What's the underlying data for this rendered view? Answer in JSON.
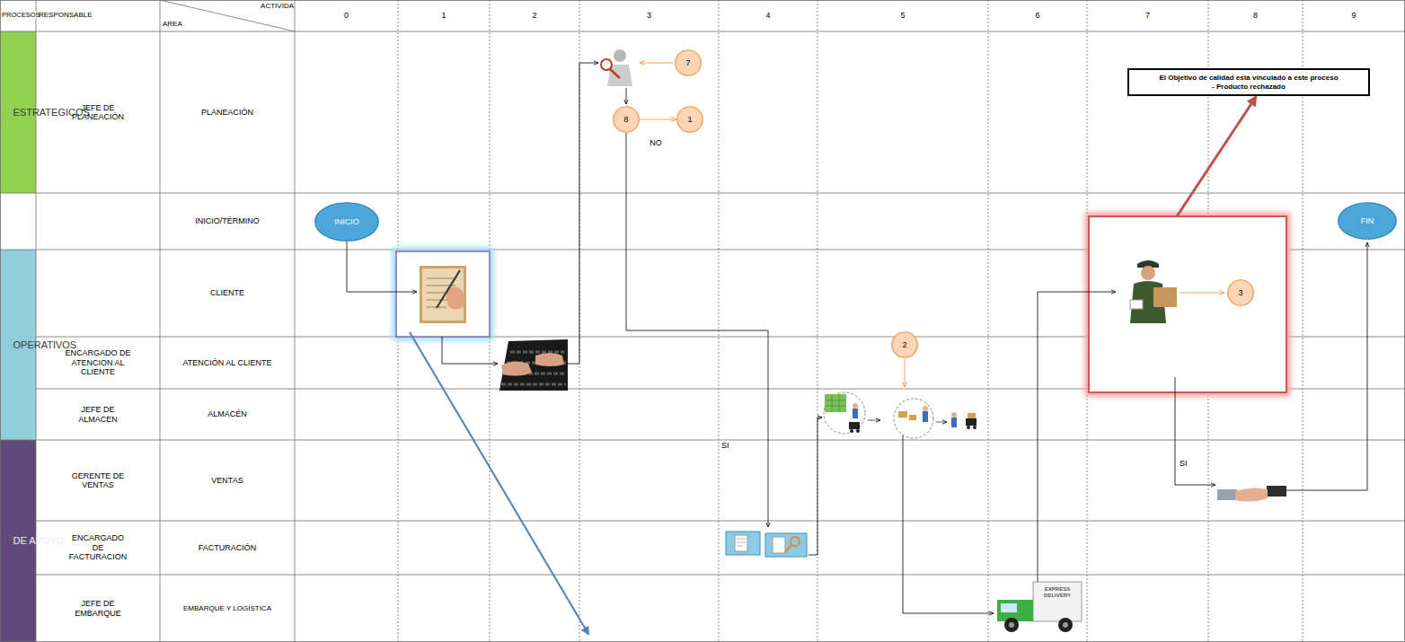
{
  "diagram": {
    "nodes": [
      {
        "text": [
          "7"
        ]
      },
      {
        "text": [
          "El Objetivo de calidad está vinculado a este proceso",
          "- Producto rechazado"
        ]
      },
      {
        "text": [
          "8"
        ]
      },
      {
        "text": [
          "1"
        ]
      },
      {
        "text": [
          "INICIO"
        ]
      },
      {
        "text": [
          "FIN"
        ]
      },
      {
        "text": [
          "3"
        ]
      },
      {
        "text": [
          "2"
        ]
      }
    ],
    "edges": [
      {
        "from": 2,
        "to": 3,
        "arrow": "to"
      }
    ],
    "labels": [
      "PROCESOS",
      "RESPONSABLE",
      "ACTIVIDA",
      "AREA",
      "0",
      "1",
      "2",
      "3",
      "4",
      "5",
      "6",
      "7",
      "8",
      "9",
      "ESTRATEGICOS",
      "OPERATIVOS",
      "DE APOYO",
      "JEFE DE PLANEACIÓN",
      "PLANEACIÓN",
      "INICIO/TÉRMINO",
      "CLIENTE",
      "ENCARGADO DE ATENCION AL CLIENTE",
      "ATENCIÓN AL CLIENTE",
      "JEFE DE ALMACEN",
      "ALMACÉN",
      "GERENTE DE VENTAS",
      "VENTAS",
      "ENCARGADO DE FACTURACION",
      "FACTURACIÓN",
      "JEFE DE EMBARQUE",
      "EMBARQUE Y LOGÍSTICA",
      "NO",
      "SI",
      "SI",
      "EXPRESS DELIVERY"
    ]
  }
}
